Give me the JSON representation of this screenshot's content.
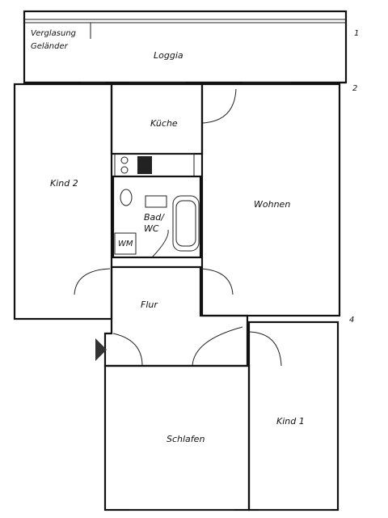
{
  "plan": {
    "rooms": {
      "loggia": "Loggia",
      "kueche": "Küche",
      "kind2": "Kind 2",
      "wohnen": "Wohnen",
      "bad": "Bad/",
      "bad_line2": "WC",
      "wm": "WM",
      "flur": "Flur",
      "schlafen": "Schlafen",
      "kind1": "Kind 1"
    },
    "annotations": {
      "verglasung": "Verglasung",
      "gelaender": "Geländer"
    },
    "axis_marks": {
      "m1": "1",
      "m2": "2",
      "m4": "4"
    }
  }
}
